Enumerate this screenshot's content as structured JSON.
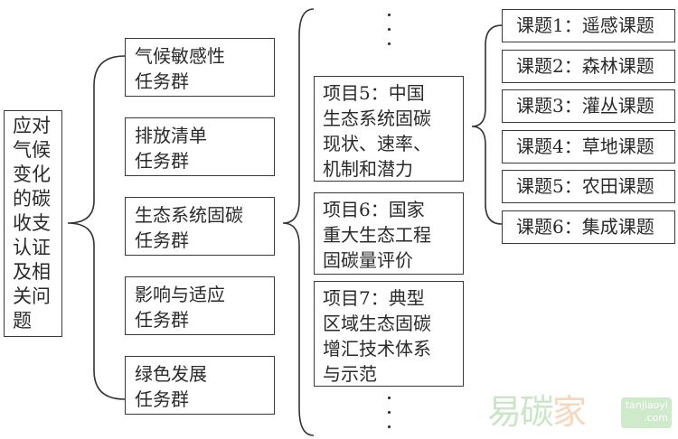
{
  "root": {
    "label": "应对气候变化的碳收支认证及相关问题"
  },
  "task_groups": [
    {
      "line1": "气候敏感性",
      "line2": "任务群"
    },
    {
      "line1": "排放清单",
      "line2": "任务群"
    },
    {
      "line1": "生态系统固碳",
      "line2": "任务群"
    },
    {
      "line1": "影响与适应",
      "line2": "任务群"
    },
    {
      "line1": "绿色发展",
      "line2": "任务群"
    }
  ],
  "projects": [
    {
      "lines": [
        "项目5：中国",
        "生态系统固碳",
        "现状、速率、",
        "机制和潜力"
      ]
    },
    {
      "lines": [
        "项目6：国家",
        "重大生态工程",
        "固碳量评价"
      ]
    },
    {
      "lines": [
        "项目7：典型",
        "区域生态固碳",
        "增汇技术体系",
        "与示范"
      ]
    }
  ],
  "ellipsis": "⋮",
  "topics": [
    {
      "label": "课题1：遥感课题"
    },
    {
      "label": "课题2：森林课题"
    },
    {
      "label": "课题3：灌丛课题"
    },
    {
      "label": "课题4：草地课题"
    },
    {
      "label": "课题5：农田课题"
    },
    {
      "label": "课题6：集成课题"
    }
  ],
  "watermark": {
    "cn_part1": "易碳",
    "cn_part2": "家",
    "tag_line1": "tanjiaoyi",
    "tag_line2": ".com"
  }
}
